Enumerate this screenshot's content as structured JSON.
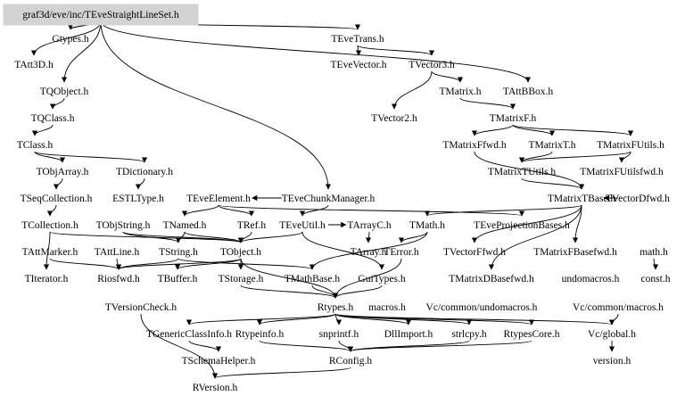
{
  "title": "graf3d/eve/inc/TEveStraightLineSet.h",
  "colors": {
    "root_fill": "#d3d3d3",
    "edge": "#000000",
    "background": "#ffffff"
  },
  "nodes": [
    {
      "id": "root",
      "label": "graf3d/eve/inc/TEveStraightLineSet.h",
      "root": true
    },
    {
      "id": "gtypes",
      "label": "Gtypes.h"
    },
    {
      "id": "tatt3d",
      "label": "TAtt3D.h"
    },
    {
      "id": "tqobject",
      "label": "TQObject.h"
    },
    {
      "id": "tqclass",
      "label": "TQClass.h"
    },
    {
      "id": "tclass",
      "label": "TClass.h"
    },
    {
      "id": "tobjarray",
      "label": "TObjArray.h"
    },
    {
      "id": "tdictionary",
      "label": "TDictionary.h"
    },
    {
      "id": "tseqcollection",
      "label": "TSeqCollection.h"
    },
    {
      "id": "estltype",
      "label": "ESTLType.h"
    },
    {
      "id": "tcollection",
      "label": "TCollection.h"
    },
    {
      "id": "tobjstring",
      "label": "TObjString.h"
    },
    {
      "id": "teveelement",
      "label": "TEveElement.h"
    },
    {
      "id": "tevechunkmanager",
      "label": "TEveChunkManager.h"
    },
    {
      "id": "tnamed",
      "label": "TNamed.h"
    },
    {
      "id": "tref",
      "label": "TRef.h"
    },
    {
      "id": "teveutil",
      "label": "TEveUtil.h"
    },
    {
      "id": "tarrayc",
      "label": "TArrayC.h"
    },
    {
      "id": "tmath",
      "label": "TMath.h"
    },
    {
      "id": "teveprojectionbases",
      "label": "TEveProjectionBases.h"
    },
    {
      "id": "tvectordfwd",
      "label": "TVectorDfwd.h"
    },
    {
      "id": "tattmarker",
      "label": "TAttMarker.h"
    },
    {
      "id": "tattline",
      "label": "TAttLine.h"
    },
    {
      "id": "tstring",
      "label": "TString.h"
    },
    {
      "id": "tobject",
      "label": "TObject.h"
    },
    {
      "id": "tarray",
      "label": "TArray.h"
    },
    {
      "id": "terror",
      "label": "TError.h"
    },
    {
      "id": "tvectorffwd",
      "label": "TVectorFfwd.h"
    },
    {
      "id": "tmatrixfbasefwd",
      "label": "TMatrixFBasefwd.h"
    },
    {
      "id": "mathh",
      "label": "math.h"
    },
    {
      "id": "titerator",
      "label": "TIterator.h"
    },
    {
      "id": "riosfwd",
      "label": "Riosfwd.h"
    },
    {
      "id": "tbuffer",
      "label": "TBuffer.h"
    },
    {
      "id": "tstorage",
      "label": "TStorage.h"
    },
    {
      "id": "tmathbase",
      "label": "TMathBase.h"
    },
    {
      "id": "guitypes",
      "label": "GuiTypes.h"
    },
    {
      "id": "tmatrixdbasefwd",
      "label": "TMatrixDBasefwd.h"
    },
    {
      "id": "undomacros",
      "label": "undomacros.h"
    },
    {
      "id": "consth",
      "label": "const.h"
    },
    {
      "id": "tversioncheck",
      "label": "TVersionCheck.h"
    },
    {
      "id": "rtypes",
      "label": "Rtypes.h"
    },
    {
      "id": "macros",
      "label": "macros.h"
    },
    {
      "id": "vcundomacros",
      "label": "Vc/common/undomacros.h"
    },
    {
      "id": "vcmacros",
      "label": "Vc/common/macros.h"
    },
    {
      "id": "tgenericclassinfo",
      "label": "TGenericClassInfo.h"
    },
    {
      "id": "rtypeinfo",
      "label": "Rtypeinfo.h"
    },
    {
      "id": "snprintf",
      "label": "snprintf.h"
    },
    {
      "id": "dllimport",
      "label": "DllImport.h"
    },
    {
      "id": "strlcpy",
      "label": "strlcpy.h"
    },
    {
      "id": "rtypescore",
      "label": "RtypesCore.h"
    },
    {
      "id": "vcglobal",
      "label": "Vc/global.h"
    },
    {
      "id": "tschemahelper",
      "label": "TSchemaHelper.h"
    },
    {
      "id": "rconfig",
      "label": "RConfig.h"
    },
    {
      "id": "versionh",
      "label": "version.h"
    },
    {
      "id": "rversion",
      "label": "RVersion.h"
    },
    {
      "id": "tevetrans",
      "label": "TEveTrans.h"
    },
    {
      "id": "tevevector",
      "label": "TEveVector.h"
    },
    {
      "id": "tvector3",
      "label": "TVector3.h"
    },
    {
      "id": "tmatrix",
      "label": "TMatrix.h"
    },
    {
      "id": "tattbbox",
      "label": "TAttBBox.h"
    },
    {
      "id": "tvector2",
      "label": "TVector2.h"
    },
    {
      "id": "tmatrixf",
      "label": "TMatrixF.h"
    },
    {
      "id": "tmatrixffwd",
      "label": "TMatrixFfwd.h"
    },
    {
      "id": "tmatrixt",
      "label": "TMatrixT.h"
    },
    {
      "id": "tmatrixfutils",
      "label": "TMatrixFUtils.h"
    },
    {
      "id": "tmatrixtutils",
      "label": "TMatrixTUtils.h"
    },
    {
      "id": "tmatrixfutilsfwd",
      "label": "TMatrixFUtilsfwd.h"
    },
    {
      "id": "tmatrixtbase",
      "label": "TMatrixTBase.h"
    }
  ],
  "edges": [
    [
      "root",
      "gtypes"
    ],
    [
      "root",
      "tatt3d"
    ],
    [
      "root",
      "tqobject"
    ],
    [
      "root",
      "tevetrans"
    ],
    [
      "root",
      "tattbbox"
    ],
    [
      "root",
      "tevechunkmanager"
    ],
    [
      "tevetrans",
      "tevevector"
    ],
    [
      "tevetrans",
      "tvector3"
    ],
    [
      "tvector3",
      "tmatrix"
    ],
    [
      "tvector3",
      "tvector2"
    ],
    [
      "tmatrix",
      "tmatrixf"
    ],
    [
      "tmatrixf",
      "tmatrixffwd"
    ],
    [
      "tmatrixf",
      "tmatrixt"
    ],
    [
      "tmatrixf",
      "tmatrixfutils"
    ],
    [
      "tmatrixt",
      "tmatrixtutils"
    ],
    [
      "tmatrixfutils",
      "tmatrixtutils"
    ],
    [
      "tmatrixfutils",
      "tmatrixfutilsfwd"
    ],
    [
      "tmatrixtutils",
      "tmatrixtbase"
    ],
    [
      "tmatrixffwd",
      "tmatrixtbase"
    ],
    [
      "tmatrixtbase",
      "tvectordfwd"
    ],
    [
      "tmatrixtbase",
      "tmath"
    ],
    [
      "tmatrixtbase",
      "tvectorffwd"
    ],
    [
      "tmatrixtbase",
      "tmatrixfbasefwd"
    ],
    [
      "tmatrixtbase",
      "tmatrixdbasefwd"
    ],
    [
      "tqobject",
      "tqclass"
    ],
    [
      "tqclass",
      "tclass"
    ],
    [
      "tclass",
      "tobjarray"
    ],
    [
      "tclass",
      "tdictionary"
    ],
    [
      "tobjarray",
      "tseqcollection"
    ],
    [
      "tdictionary",
      "estltype"
    ],
    [
      "tseqcollection",
      "tcollection"
    ],
    [
      "tcollection",
      "tobject"
    ],
    [
      "tcollection",
      "titerator"
    ],
    [
      "tobjstring",
      "tstring"
    ],
    [
      "tobjstring",
      "tobject"
    ],
    [
      "tevechunkmanager",
      "teveelement"
    ],
    [
      "tevechunkmanager",
      "teveutil"
    ],
    [
      "teveelement",
      "tnamed"
    ],
    [
      "teveelement",
      "tref"
    ],
    [
      "teveelement",
      "teveprojectionbases"
    ],
    [
      "tnamed",
      "tstring"
    ],
    [
      "tnamed",
      "tobject"
    ],
    [
      "tref",
      "tobject"
    ],
    [
      "teveutil",
      "tobject"
    ],
    [
      "teveutil",
      "tarrayc"
    ],
    [
      "teveutil",
      "guitypes"
    ],
    [
      "tarrayc",
      "tarray"
    ],
    [
      "tmath",
      "terror"
    ],
    [
      "tmath",
      "tmathbase"
    ],
    [
      "tattmarker",
      "riosfwd"
    ],
    [
      "tattline",
      "riosfwd"
    ],
    [
      "tstring",
      "riosfwd"
    ],
    [
      "tstring",
      "tmathbase"
    ],
    [
      "tobject",
      "tstorage"
    ],
    [
      "tobject",
      "tbuffer"
    ],
    [
      "tobject",
      "rtypes"
    ],
    [
      "tobject",
      "riosfwd"
    ],
    [
      "tstorage",
      "rtypes"
    ],
    [
      "tmathbase",
      "rtypes"
    ],
    [
      "guitypes",
      "rtypes"
    ],
    [
      "terror",
      "rtypes"
    ],
    [
      "mathh",
      "consth"
    ],
    [
      "tversioncheck",
      "rversion"
    ],
    [
      "rtypes",
      "rtypeinfo"
    ],
    [
      "rtypes",
      "snprintf"
    ],
    [
      "rtypes",
      "dllimport"
    ],
    [
      "rtypes",
      "strlcpy"
    ],
    [
      "rtypes",
      "rtypescore"
    ],
    [
      "rtypes",
      "vcglobal"
    ],
    [
      "rtypes",
      "tgenericclassinfo"
    ],
    [
      "tgenericclassinfo",
      "tschemahelper"
    ],
    [
      "rtypeinfo",
      "rconfig"
    ],
    [
      "snprintf",
      "rconfig"
    ],
    [
      "strlcpy",
      "rconfig"
    ],
    [
      "rtypescore",
      "rconfig"
    ],
    [
      "rconfig",
      "rversion"
    ],
    [
      "vcmacros",
      "vcglobal"
    ],
    [
      "vcglobal",
      "versionh"
    ]
  ]
}
